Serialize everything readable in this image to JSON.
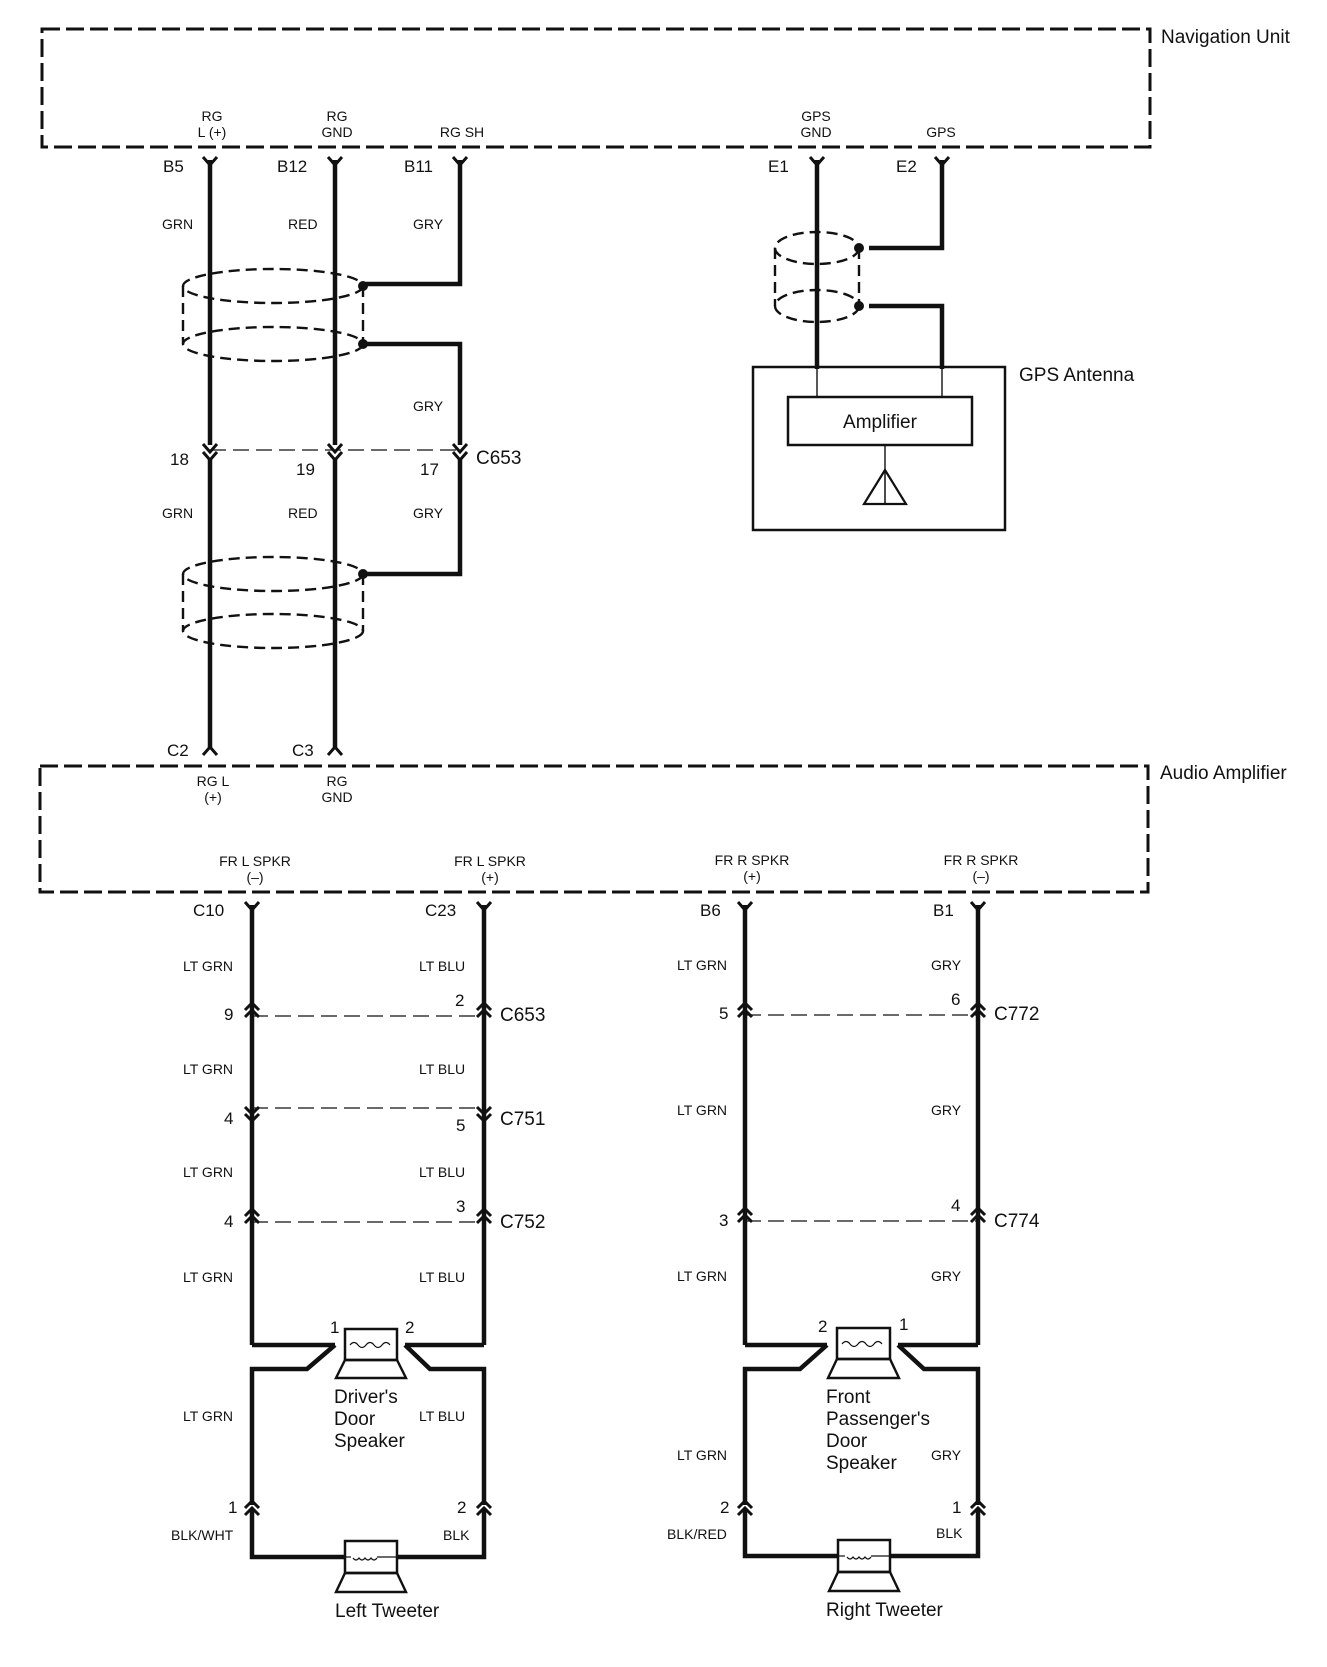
{
  "components": {
    "navigation_unit": {
      "title": "Navigation Unit",
      "terminals": [
        {
          "pin": "B5",
          "label_1": "RG",
          "label_2": "L (+)"
        },
        {
          "pin": "B12",
          "label_1": "RG",
          "label_2": "GND"
        },
        {
          "pin": "B11",
          "label_1": "",
          "label_2": "RG SH"
        },
        {
          "pin": "E1",
          "label_1": "GPS",
          "label_2": "GND"
        },
        {
          "pin": "E2",
          "label_1": "",
          "label_2": "GPS"
        }
      ]
    },
    "gps_antenna": {
      "title": "GPS Antenna",
      "amplifier_label": "Amplifier"
    },
    "audio_amplifier": {
      "title": "Audio Amplifier",
      "input_terminals": [
        {
          "pin": "C2",
          "label_1": "RG L",
          "label_2": "(+)"
        },
        {
          "pin": "C3",
          "label_1": "RG",
          "label_2": "GND"
        }
      ],
      "output_terminals": [
        {
          "pin": "C10",
          "label_1": "FR L SPKR",
          "label_2": "(–)"
        },
        {
          "pin": "C23",
          "label_1": "FR L SPKR",
          "label_2": "(+)"
        },
        {
          "pin": "B6",
          "label_1": "FR R SPKR",
          "label_2": "(+)"
        },
        {
          "pin": "B1",
          "label_1": "FR R SPKR",
          "label_2": "(–)"
        }
      ]
    },
    "drivers_door_speaker": {
      "title_lines": [
        "Driver's",
        "Door",
        "Speaker"
      ],
      "pin_left": "1",
      "pin_right": "2"
    },
    "front_passengers_door_speaker": {
      "title_lines": [
        "Front",
        "Passenger's",
        "Door",
        "Speaker"
      ],
      "pin_left": "2",
      "pin_right": "1"
    },
    "left_tweeter": {
      "title": "Left Tweeter",
      "pin_left": "1",
      "pin_right": "2"
    },
    "right_tweeter": {
      "title": "Right Tweeter",
      "pin_left": "2",
      "pin_right": "1"
    }
  },
  "wires": {
    "nav_to_c653": [
      "GRN",
      "RED",
      "GRY"
    ],
    "shield_drain": "GRY",
    "c653_to_amp": [
      "GRN",
      "RED",
      "GRY"
    ],
    "left_speaker": {
      "seg1": [
        "LT GRN",
        "LT BLU"
      ],
      "seg2": [
        "LT GRN",
        "LT BLU"
      ],
      "seg3": [
        "LT GRN",
        "LT BLU"
      ],
      "seg4": [
        "LT GRN",
        "LT BLU"
      ],
      "seg5": [
        "LT GRN",
        "LT BLU"
      ],
      "tweeter": [
        "BLK/WHT",
        "BLK"
      ]
    },
    "right_speaker": {
      "seg1": [
        "LT GRN",
        "GRY"
      ],
      "seg2": [
        "LT GRN",
        "GRY"
      ],
      "seg3": [
        "LT GRN",
        "GRY"
      ],
      "seg4": [
        "LT GRN",
        "GRY"
      ],
      "tweeter": [
        "BLK/RED",
        "BLK"
      ]
    }
  },
  "connectors": {
    "c653_upper": {
      "name": "C653",
      "pins": [
        "18",
        "19",
        "17"
      ]
    },
    "c653_lower": {
      "name": "C653",
      "pins": [
        "9",
        "2"
      ]
    },
    "c751": {
      "name": "C751",
      "pins": [
        "4",
        "5"
      ]
    },
    "c752": {
      "name": "C752",
      "pins": [
        "4",
        "3"
      ]
    },
    "c772": {
      "name": "C772",
      "pins": [
        "5",
        "6"
      ]
    },
    "c774": {
      "name": "C774",
      "pins": [
        "3",
        "4"
      ]
    },
    "left_tweeter_conn": {
      "pins": [
        "1",
        "2"
      ]
    },
    "right_tweeter_conn": {
      "pins": [
        "2",
        "1"
      ]
    }
  }
}
